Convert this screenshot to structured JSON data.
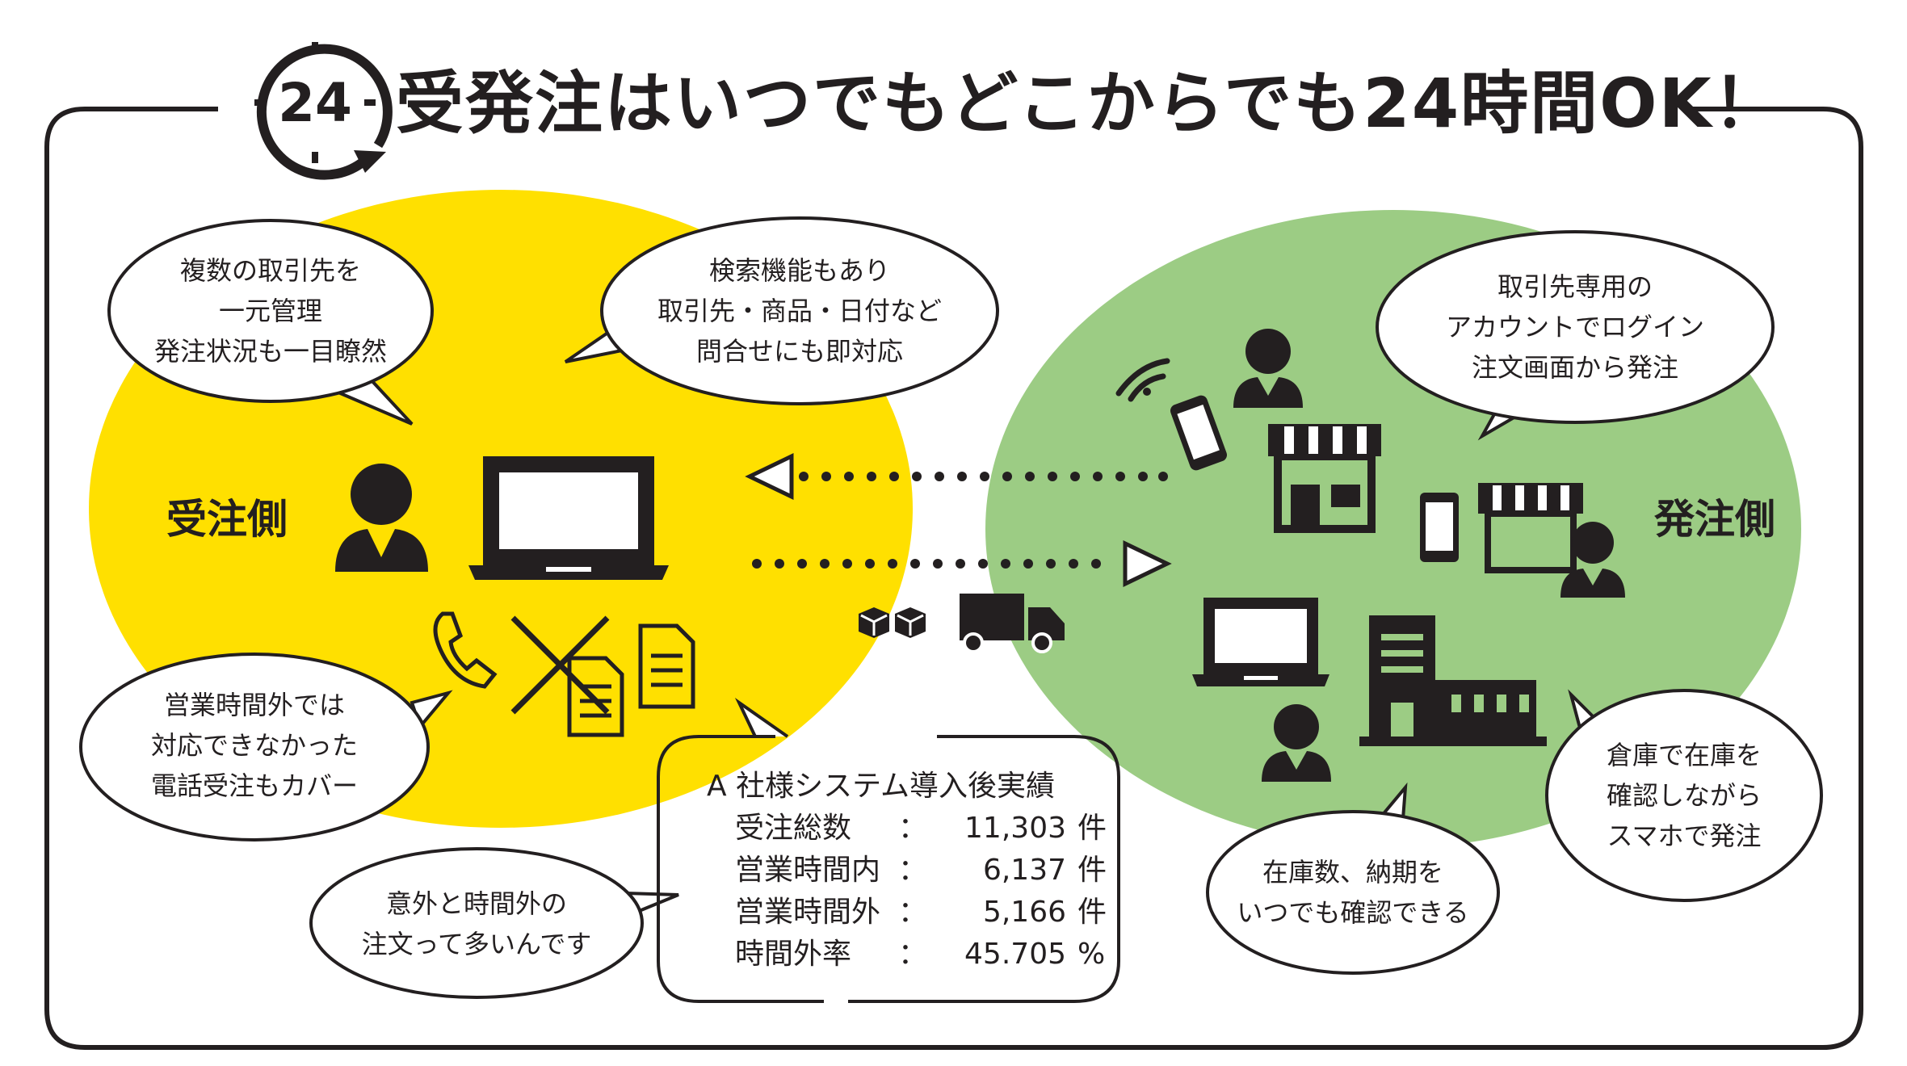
{
  "title": {
    "badge": "24",
    "text": "受発注はいつでもどこからでも24時間OK！"
  },
  "sides": {
    "receiver": "受注側",
    "orderer": "発注側"
  },
  "bubbles": {
    "top_left": [
      "複数の取引先を",
      "一元管理",
      "発注状況も一目瞭然"
    ],
    "top_center": [
      "検索機能もあり",
      "取引先・商品・日付など",
      "問合せにも即対応"
    ],
    "top_right": [
      "取引先専用の",
      "アカウントでログイン",
      "注文画面から発注"
    ],
    "mid_left": [
      "営業時間外では",
      "対応できなかった",
      "電話受注もカバー"
    ],
    "bottom_left": [
      "意外と時間外の",
      "注文って多いんです"
    ],
    "bottom_right_mid": [
      "在庫数、納期を",
      "いつでも確認できる"
    ],
    "right": [
      "倉庫で在庫を",
      "確認しながら",
      "スマホで発注"
    ]
  },
  "stats": {
    "heading": "A 社様システム導入後実績",
    "rows": [
      {
        "label": "受注総数",
        "sep": "：",
        "value": "11,303",
        "unit": "件"
      },
      {
        "label": "営業時間内",
        "sep": "：",
        "value": "6,137",
        "unit": "件"
      },
      {
        "label": "営業時間外",
        "sep": "：",
        "value": "5,166",
        "unit": "件"
      },
      {
        "label": "時間外率",
        "sep": "：",
        "value": "45.705",
        "unit": "%"
      }
    ]
  },
  "colors": {
    "yellow": "#ffe000",
    "green": "#9ccc84",
    "ink": "#231f20"
  }
}
